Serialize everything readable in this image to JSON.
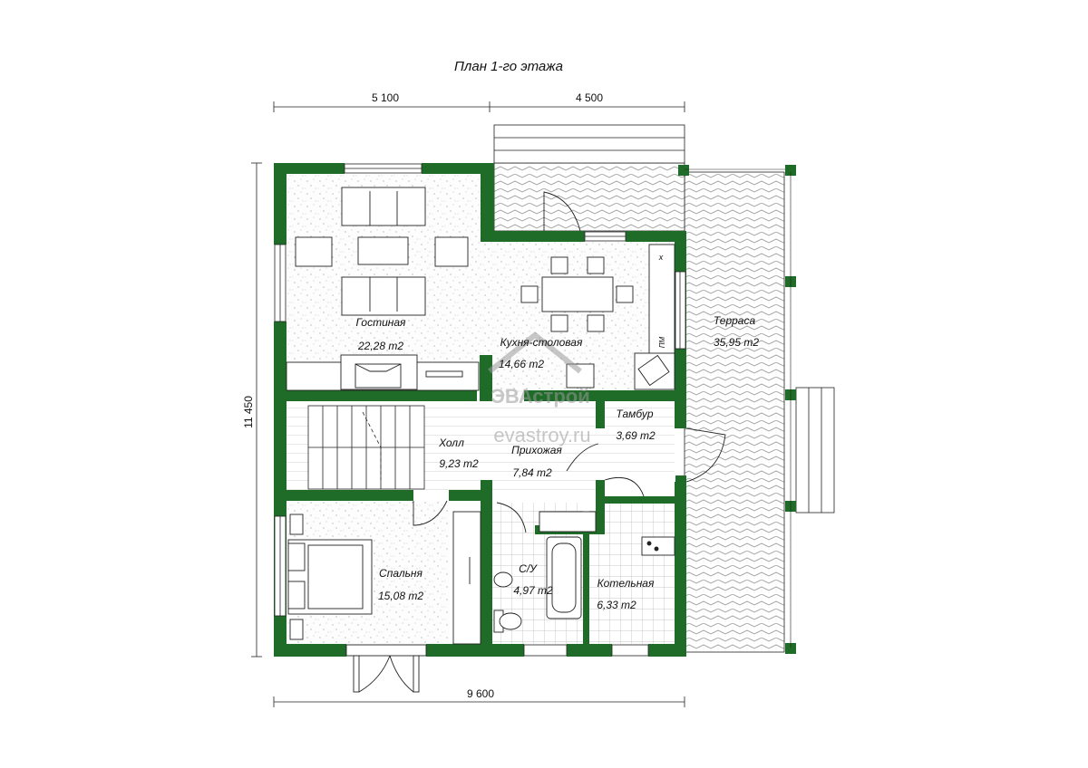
{
  "title": "План 1-го этажа",
  "dimensions": {
    "top_left": "5 100",
    "top_right": "4 500",
    "left_height": "11 450",
    "bottom_width": "9 600"
  },
  "rooms": [
    {
      "id": "living",
      "name": "Гостиная",
      "area": "22,28 m2"
    },
    {
      "id": "kitchen",
      "name": "Кухня-столовая",
      "area": "14,66 m2"
    },
    {
      "id": "terrace",
      "name": "Терраса",
      "area": "35,95 m2"
    },
    {
      "id": "tambour",
      "name": "Тамбур",
      "area": "3,69 m2"
    },
    {
      "id": "hall",
      "name": "Холл",
      "area": "9,23 m2"
    },
    {
      "id": "entry",
      "name": "Прихожая",
      "area": "7,84 m2"
    },
    {
      "id": "bedroom",
      "name": "Спальня",
      "area": "15,08 m2"
    },
    {
      "id": "wc",
      "name": "С/У",
      "area": "4,97 m2"
    },
    {
      "id": "boiler",
      "name": "Котельная",
      "area": "6,33 m2"
    }
  ],
  "appliance_labels": {
    "pm": "ПМ",
    "x": "x"
  },
  "watermark": {
    "brand": "ЭВАстрой",
    "site": "evastroy.ru"
  },
  "colors": {
    "wall": "#1f6b28",
    "line": "#222222",
    "floor_dot": "#9a9a9a"
  }
}
